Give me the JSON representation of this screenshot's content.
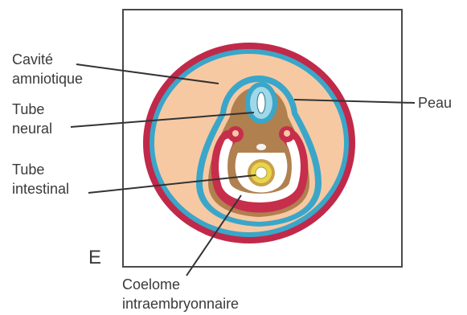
{
  "panel_letter": "E",
  "labels": {
    "cavite": [
      "Cavité",
      "amniotique"
    ],
    "tube_neural": [
      "Tube",
      "neural"
    ],
    "tube_intestinal": [
      "Tube",
      "intestinal"
    ],
    "peau": "Peau",
    "coelome": [
      "Coelome",
      "intraembryonnaire"
    ]
  },
  "colors": {
    "skin_outer": "#c0294a",
    "amnion_blue": "#3aa6c9",
    "cavity_fill": "#f7c9a3",
    "embryo_body": "#b0804f",
    "coelom_red": "#c72e4c",
    "intestine_yellow": "#e7d64a",
    "leader": "#333333"
  }
}
